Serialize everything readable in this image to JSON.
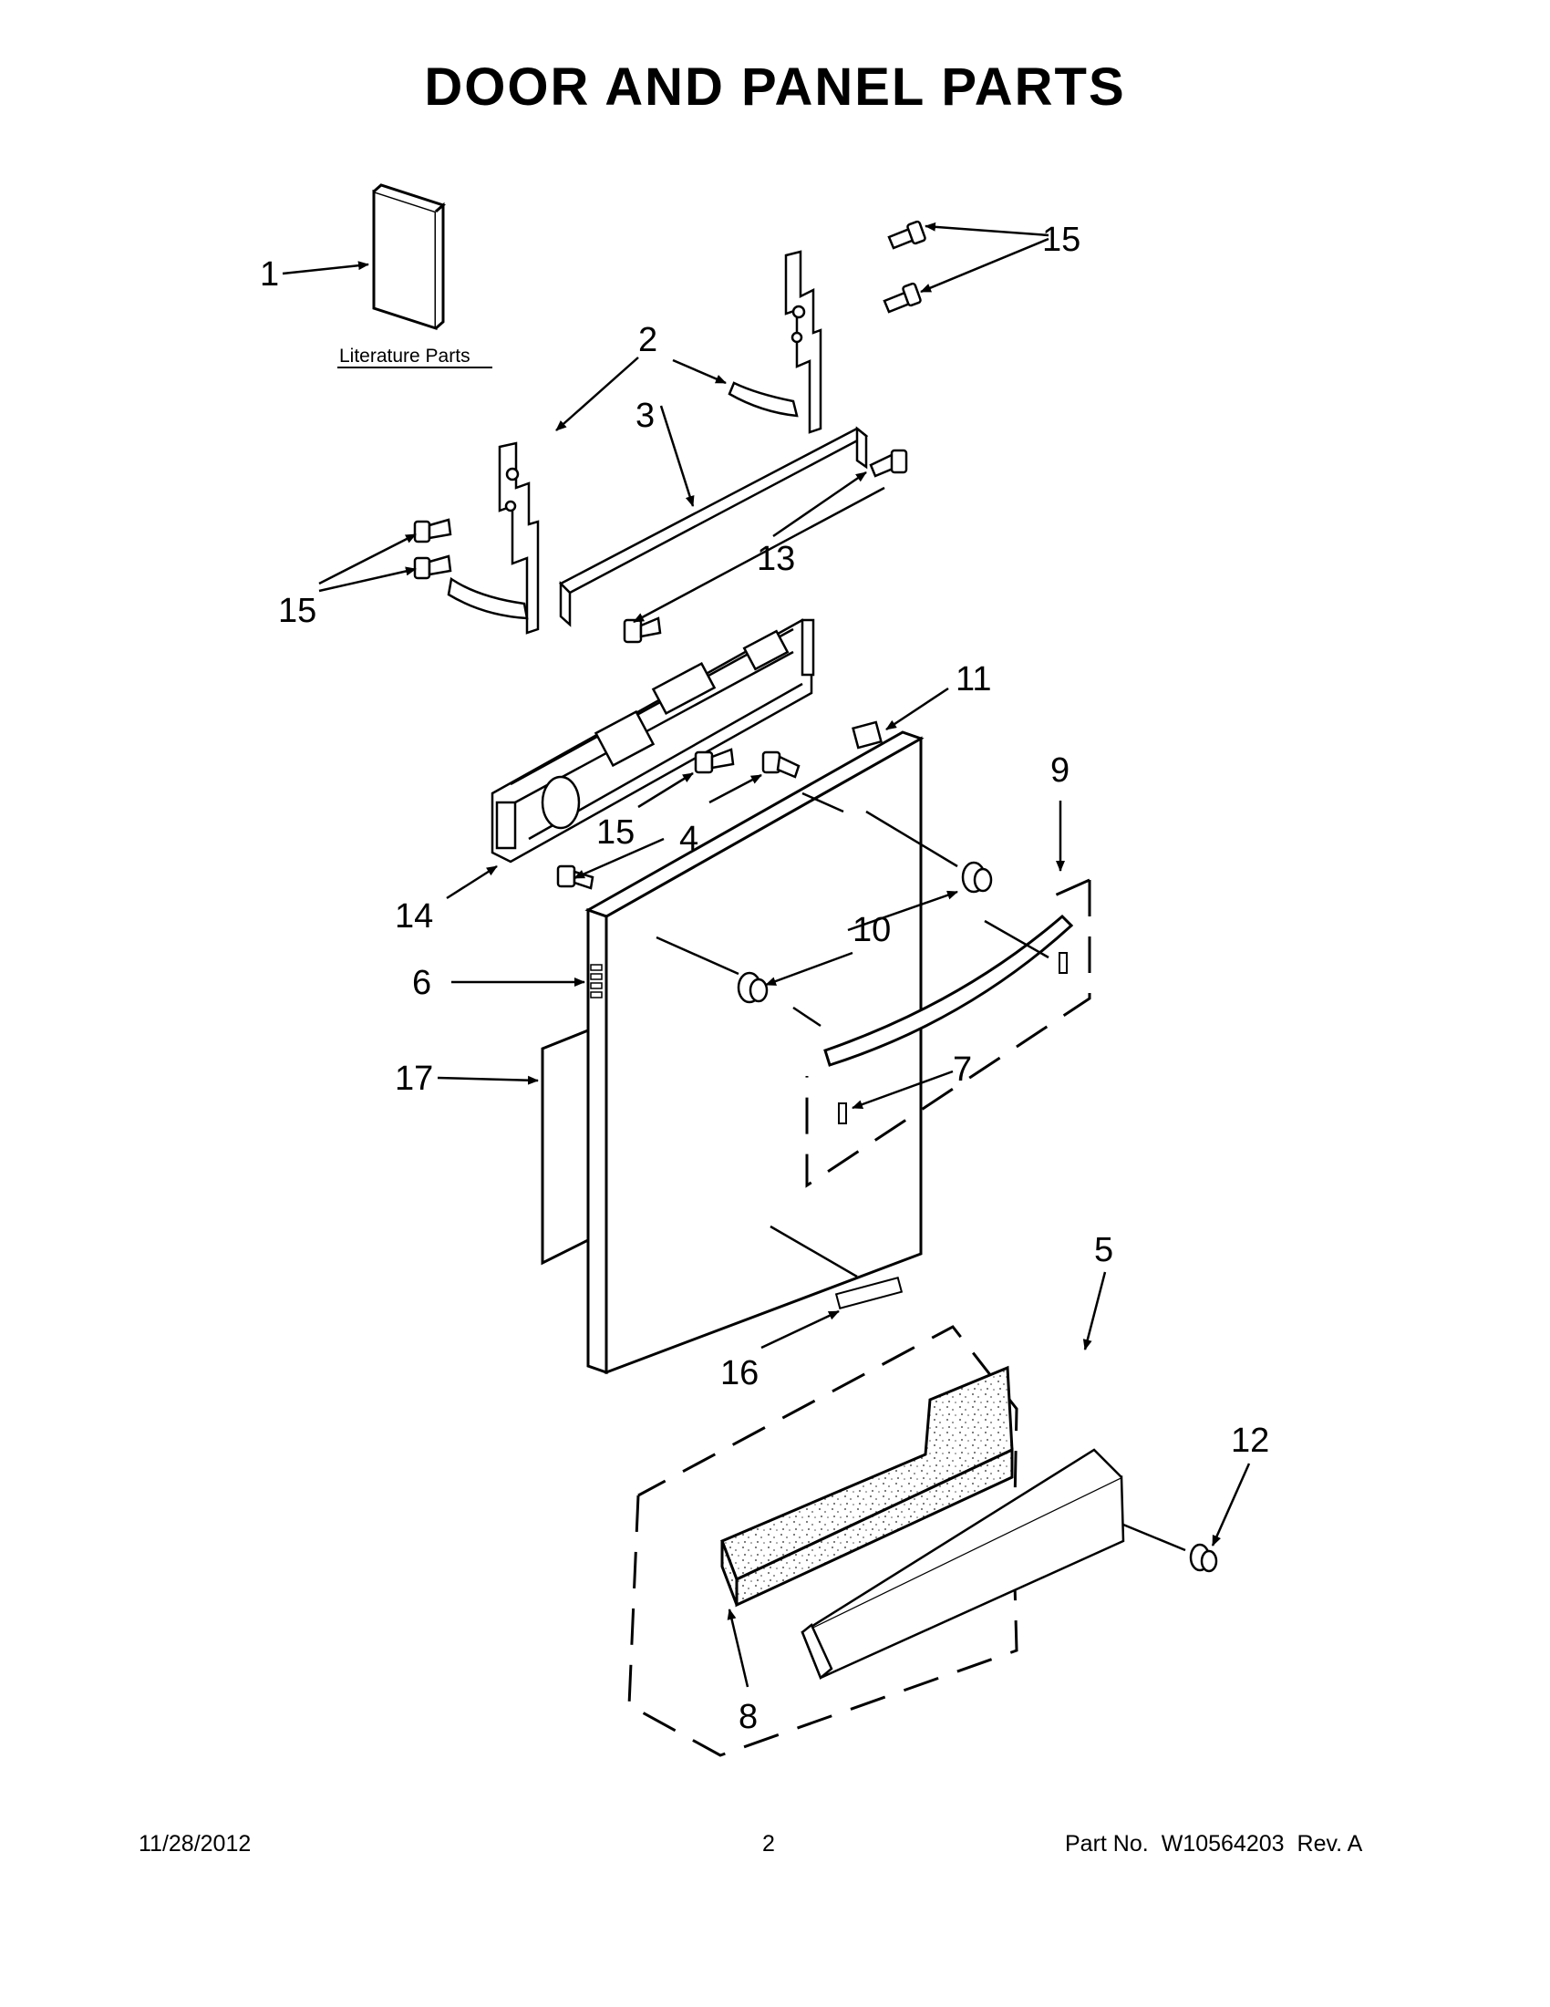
{
  "title": "DOOR AND PANEL PARTS",
  "literature_label": "Literature Parts",
  "callouts": {
    "c1": "1",
    "c2": "2",
    "c3": "3",
    "c4": "4",
    "c5": "5",
    "c6": "6",
    "c7": "7",
    "c8": "8",
    "c9": "9",
    "c10": "10",
    "c11": "11",
    "c12": "12",
    "c13": "13",
    "c14": "14",
    "c15a": "15",
    "c15b": "15",
    "c15c": "15",
    "c16": "16",
    "c17": "17"
  },
  "footer": {
    "date": "11/28/2012",
    "page": "2",
    "part_label": "Part No.",
    "part_number": "W10564203",
    "rev": "Rev. A"
  }
}
